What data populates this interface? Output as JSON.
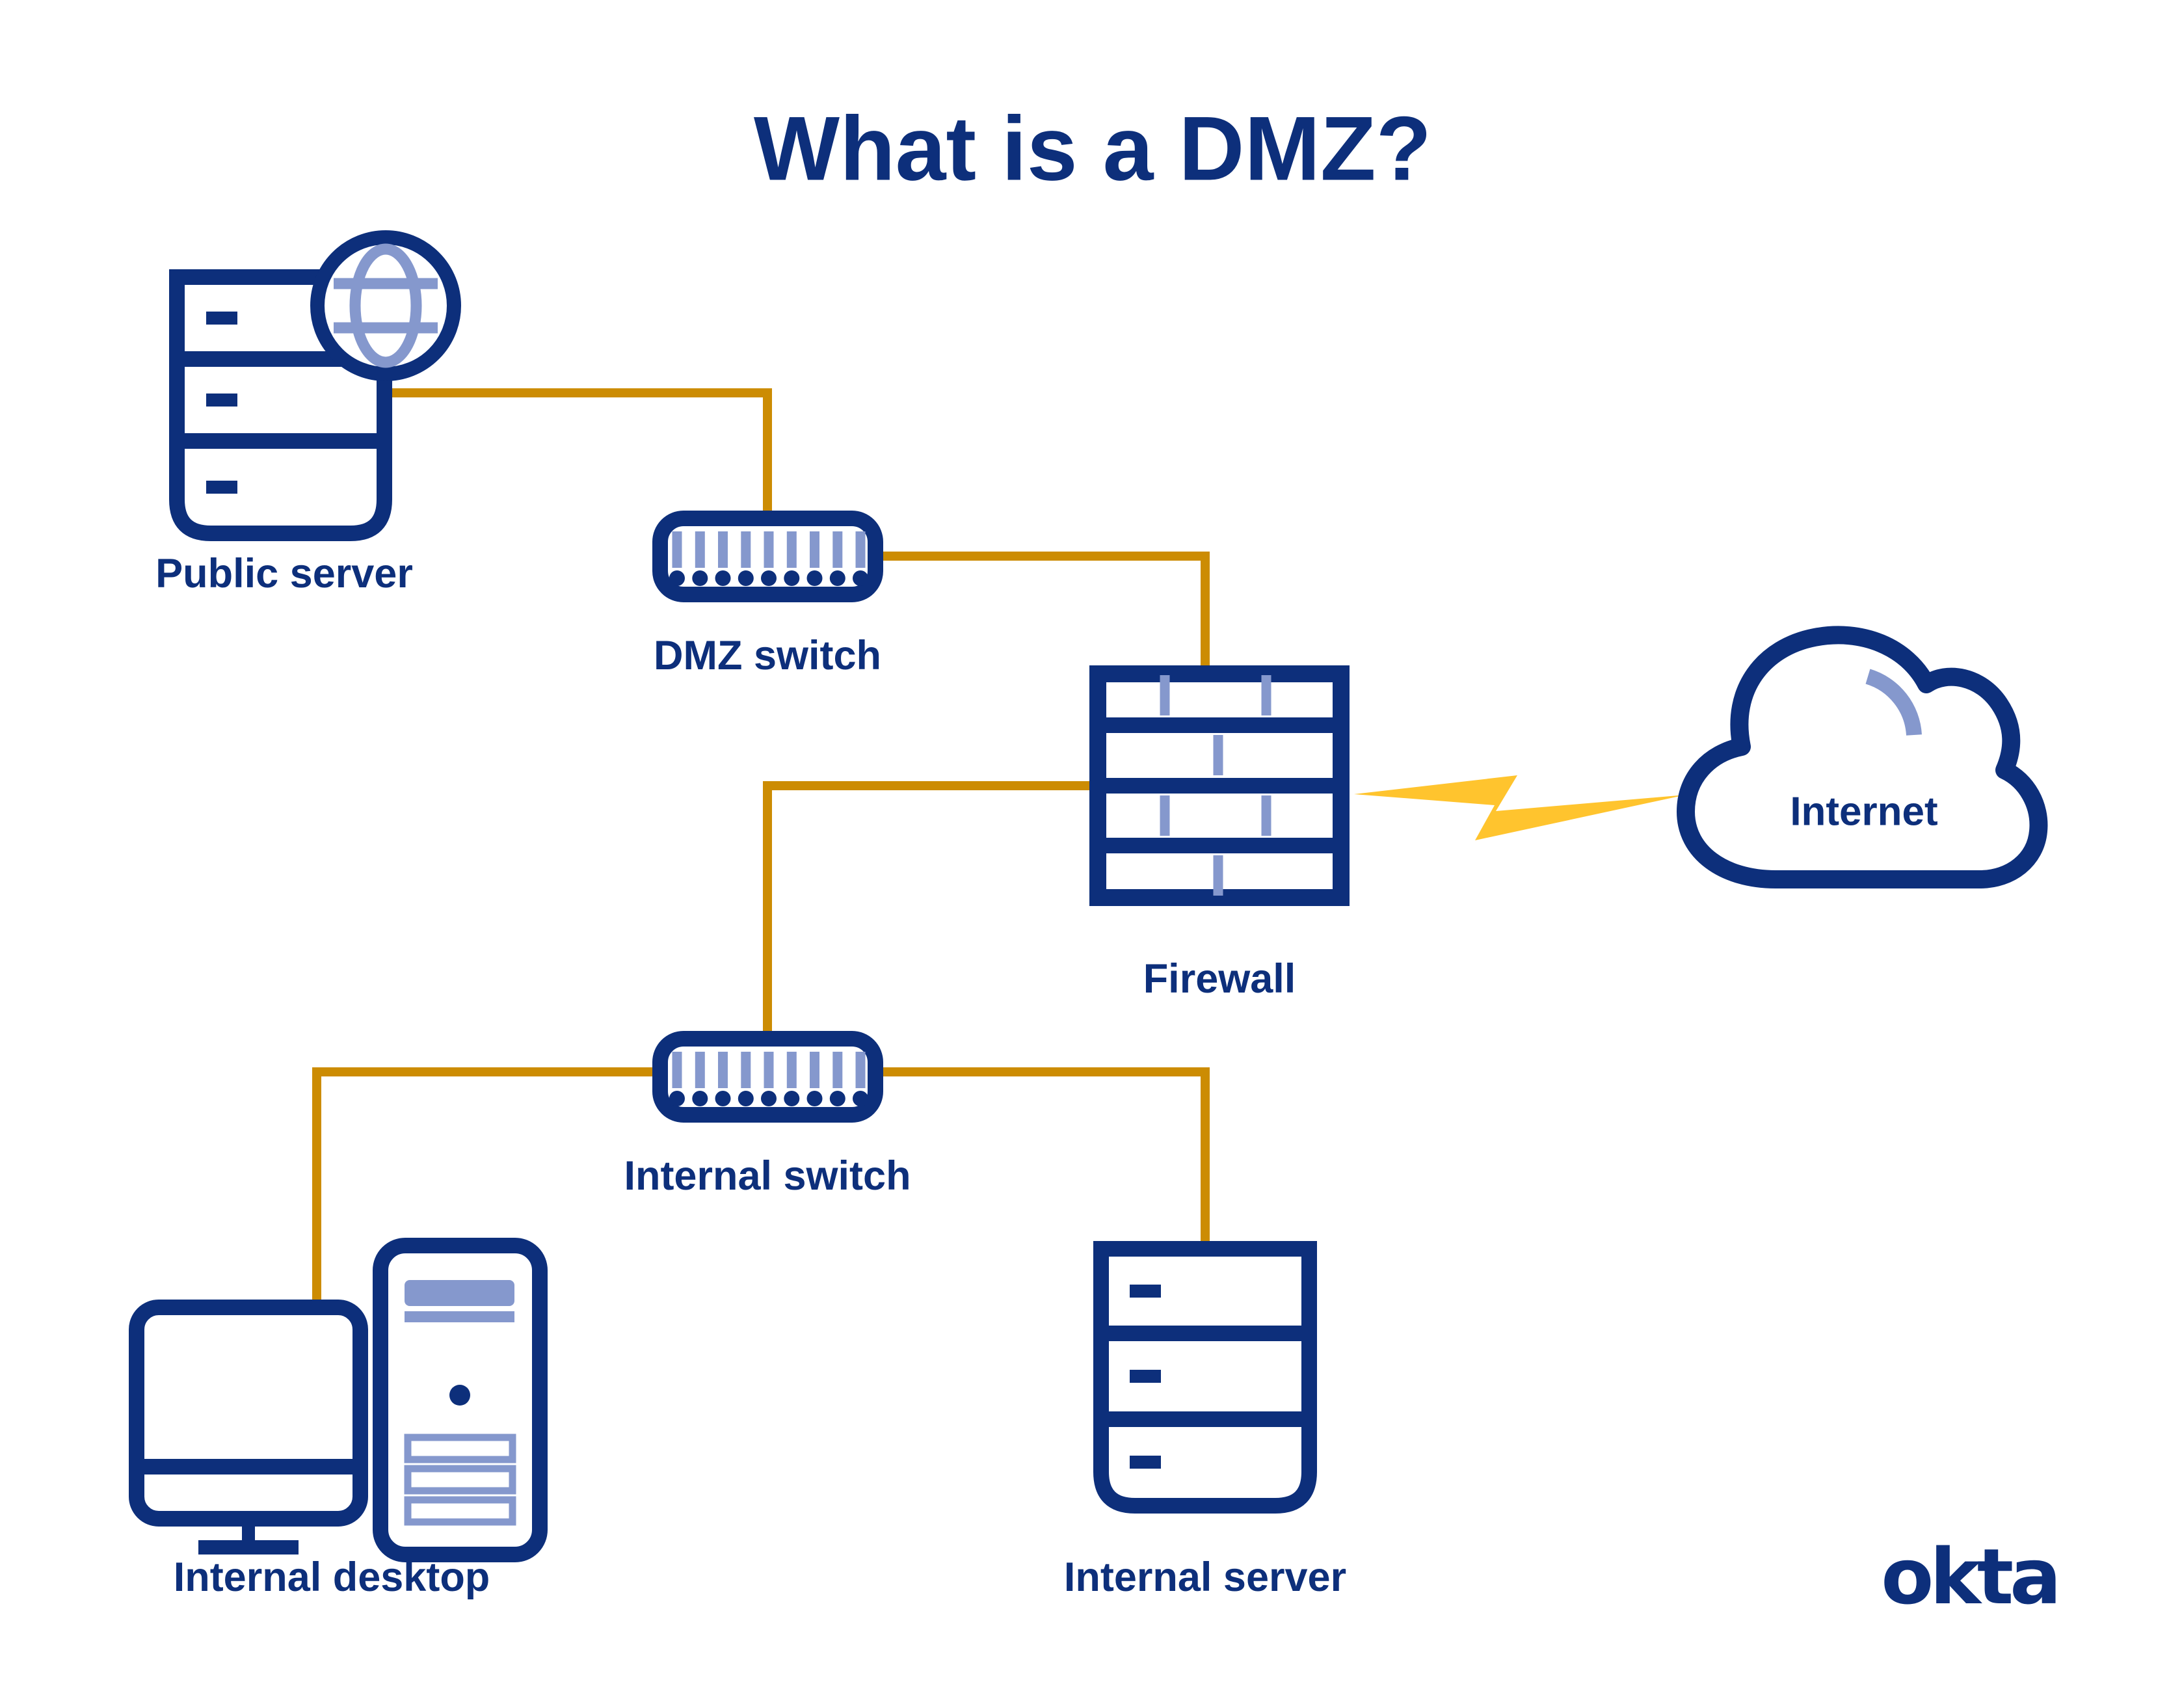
{
  "title": "What is a DMZ?",
  "brand": {
    "logo_text": "okta"
  },
  "colors": {
    "navy": "#0d2f7b",
    "accent_blue": "#8598cd",
    "connector_orange": "#cc8c03",
    "lightning_yellow": "#ffc42e",
    "background": "#ffffff"
  },
  "nodes": [
    {
      "id": "public-server",
      "label": "Public server",
      "icon": "server-globe-icon"
    },
    {
      "id": "dmz-switch",
      "label": "DMZ switch",
      "icon": "switch-icon"
    },
    {
      "id": "firewall",
      "label": "Firewall",
      "icon": "brick-wall-icon"
    },
    {
      "id": "internet",
      "label": "Internet",
      "icon": "cloud-icon"
    },
    {
      "id": "internal-switch",
      "label": "Internal switch",
      "icon": "switch-icon"
    },
    {
      "id": "internal-desktop",
      "label": "Internal desktop",
      "icon": "desktop-tower-icon"
    },
    {
      "id": "internal-server",
      "label": "Internal server",
      "icon": "server-icon"
    }
  ],
  "edges": [
    {
      "from": "public-server",
      "to": "dmz-switch",
      "style": "orange-line"
    },
    {
      "from": "dmz-switch",
      "to": "firewall",
      "style": "orange-line"
    },
    {
      "from": "firewall",
      "to": "internet",
      "style": "lightning-bolt"
    },
    {
      "from": "firewall",
      "to": "internal-switch",
      "style": "orange-line"
    },
    {
      "from": "internal-switch",
      "to": "internal-desktop",
      "style": "orange-line"
    },
    {
      "from": "internal-switch",
      "to": "internal-server",
      "style": "orange-line"
    }
  ]
}
